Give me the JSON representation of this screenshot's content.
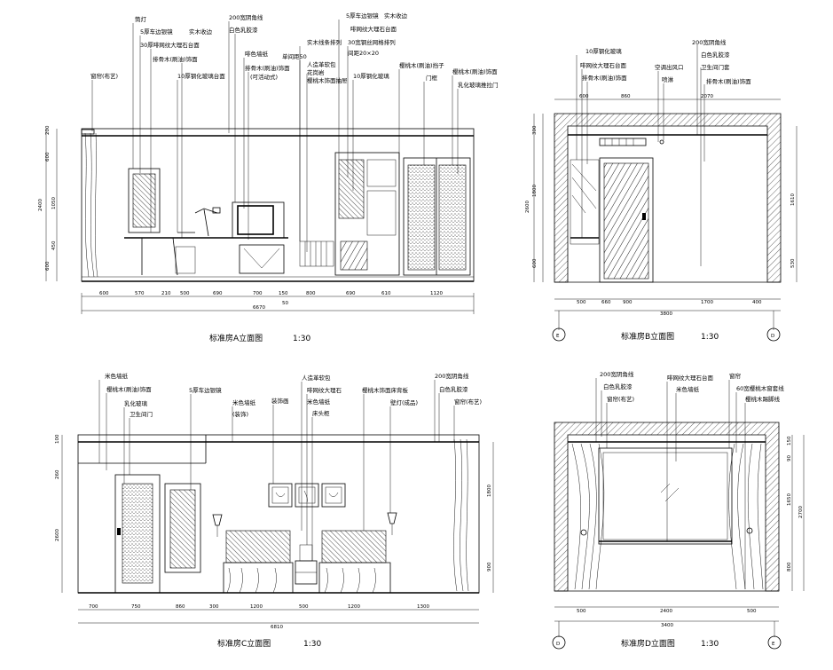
{
  "views": {
    "a": {
      "title": "标准房A立面图",
      "scale": "1:30",
      "labels": [
        "筒灯",
        "5厚车边银镜",
        "实木收边",
        "30厚啡网纹大理石台面",
        "排骨木(刷油)饰面",
        "10厚钢化玻璃台面",
        "窗帘(布艺)",
        "200宽阴角线",
        "白色乳胶漆",
        "啡色墙纸",
        "排骨木(刷油)饰面",
        "(可活动式)",
        "实木线条排列",
        "单间距50",
        "人造革软包",
        "花岗岩",
        "樱桃木饰面抽屉",
        "5厚车边银镜",
        "实木收边",
        "啡网纹大理石台面",
        "30宽钢丝网格排列",
        "间距20×20",
        "10厚钢化玻璃",
        "樱桃木(刷油)挡子",
        "门框",
        "樱桃木(刷油)饰面",
        "乳化玻璃推拉门"
      ],
      "dims_top": [
        "200"
      ],
      "dims_bottom": [
        "600",
        "570",
        "210",
        "500",
        "690",
        "700",
        "150",
        "800",
        "690",
        "610",
        "1120"
      ],
      "dims_total": [
        "6670",
        "50"
      ],
      "dims_left": [
        "200",
        "600",
        "2400",
        "1050",
        "450",
        "600"
      ]
    },
    "b": {
      "title": "标准房B立面图",
      "scale": "1:30",
      "labels": [
        "10厚钢化玻璃",
        "啡网纹大理石台面",
        "排骨木(刷油)饰面",
        "空调出风口",
        "喷淋",
        "200宽阴角线",
        "白色乳胶漆",
        "卫生间门套",
        "排骨木(刷油)饰面"
      ],
      "dims_top": [
        "600",
        "860",
        "2070"
      ],
      "dims_bottom": [
        "500",
        "660",
        "900",
        "1700",
        "400"
      ],
      "dims_total": [
        "3800"
      ],
      "dims_left": [
        "300",
        "1800",
        "2600",
        "600"
      ],
      "dims_right": [
        "1610",
        "530"
      ],
      "axis_left": "E",
      "axis_right": "D"
    },
    "c": {
      "title": "标准房C立面图",
      "scale": "1:30",
      "labels": [
        "米色墙纸",
        "樱桃木(刷油)饰面",
        "乳化玻璃",
        "卫生间门",
        "5厚车边银镜",
        "米色墙纸",
        "(装饰)",
        "装饰画",
        "人造革软包",
        "啡网纹大理石",
        "米色墙纸",
        "床头柜",
        "樱桃木饰面床背板",
        "壁灯(成品)",
        "200宽阴角线",
        "白色乳胶漆",
        "窗帘(布艺)"
      ],
      "dims_bottom": [
        "700",
        "750",
        "860",
        "300",
        "1200",
        "500",
        "1200",
        "1300"
      ],
      "dims_total": [
        "6810"
      ],
      "dims_left": [
        "100",
        "260",
        "2600"
      ],
      "dims_right": [
        "1800",
        "900"
      ]
    },
    "d": {
      "title": "标准房D立面图",
      "scale": "1:30",
      "labels": [
        "200宽阴角线",
        "白色乳胶漆",
        "窗帘(布艺)",
        "啡网纹大理石台面",
        "米色墙纸",
        "窗帘",
        "60宽樱桃木窗套线",
        "樱桃木踢脚线"
      ],
      "dims_bottom": [
        "500",
        "2400",
        "500"
      ],
      "dims_total": [
        "3400"
      ],
      "dims_right": [
        "150",
        "90",
        "1650",
        "2700",
        "800"
      ],
      "axis_left": "D",
      "axis_right": "E"
    }
  }
}
